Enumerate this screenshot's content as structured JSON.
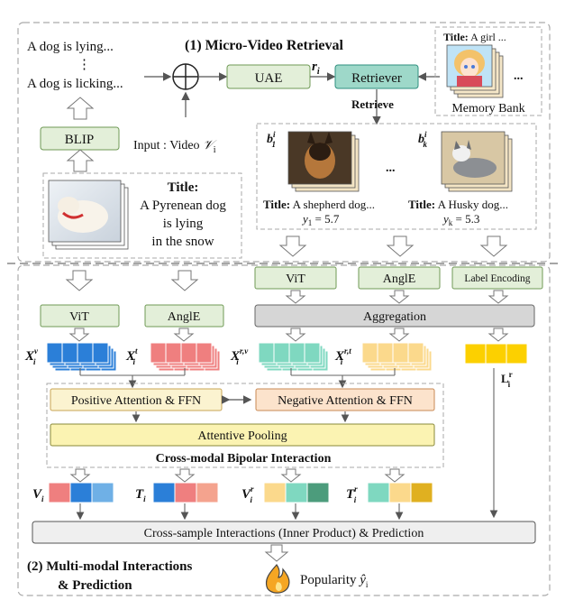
{
  "colors": {
    "green_box": "#e3efd9",
    "green_border": "#6f9a55",
    "teal_box": "#9ed8c9",
    "teal_border": "#2f8f7f",
    "peach_box": "#fce3cc",
    "peach_border": "#c98a55",
    "yellow_box": "#fbf3b2",
    "yellow_border": "#8a8a3a",
    "gray_box": "#d6d6d6",
    "blue_cell": "#2b7fd8",
    "blue_light": "#6fb0e6",
    "red_cell": "#ef7f7f",
    "red_light": "#f4a38e",
    "mint_cell": "#7fd8c0",
    "mint_dark": "#4c9c7c",
    "sand_cell": "#fbd98c",
    "gold_cell": "#e0b020",
    "label_yellow": "#fcd000"
  },
  "section1": {
    "title": "(1) Micro-Video Retrieval",
    "captions": [
      "A dog is lying...",
      "⋮",
      "A dog is licking..."
    ],
    "uae": "UAE",
    "r_symbol": "r",
    "r_sub": "i",
    "retriever": "Retriever",
    "retrieve": "Retrieve",
    "blip": "BLIP",
    "input_prefix": "Input : Video ",
    "input_symbol": "𝒱",
    "input_sub": "i",
    "memory_title_bold": "Title:",
    "memory_title_text": " A girl ...",
    "memory_dots": "...",
    "memory_label": "Memory Bank",
    "query_title_bold": "Title:",
    "query_title_lines": [
      "A Pyrenean  dog",
      "is lying",
      "in the snow"
    ],
    "retrieved": [
      {
        "b_label": "b",
        "b_sup": "i",
        "b_sub": "1",
        "title_bold": "Title:",
        "title_text": " A shepherd dog...",
        "y_label": "y",
        "y_sub": "1",
        "y_value": " = 5.7"
      },
      {
        "b_label": "b",
        "b_sup": "i",
        "b_sub": "k",
        "title_bold": "Title:",
        "title_text": " A Husky dog...",
        "y_label": "y",
        "y_sub": "k",
        "y_value": " = 5.3"
      }
    ],
    "middle_dots": "..."
  },
  "section2": {
    "vit": "ViT",
    "angle": "AnglE",
    "vit2": "ViT",
    "angle2": "AnglE",
    "label_encoding": "Label Encoding",
    "aggregation": "Aggregation",
    "features": [
      {
        "main": "X",
        "sup": "v",
        "sub": "i"
      },
      {
        "main": "X",
        "sup": "t",
        "sub": "i"
      },
      {
        "main": "X",
        "sup": "r,v",
        "sub": "i"
      },
      {
        "main": "X",
        "sup": "r,t",
        "sub": "i"
      }
    ],
    "label_feature": {
      "main": "L",
      "sup": "r",
      "sub": "i"
    },
    "positive": "Positive Attention & FFN",
    "negative": "Negative Attention & FFN",
    "pooling": "Attentive Pooling",
    "bipolar": "Cross-modal Bipolar Interaction",
    "outputs": [
      {
        "main": "V",
        "sup": "",
        "sub": "i"
      },
      {
        "main": "T",
        "sup": "",
        "sub": "i"
      },
      {
        "main": "V",
        "sup": "r",
        "sub": "i"
      },
      {
        "main": "T",
        "sup": "r",
        "sub": "i"
      }
    ],
    "cross_sample": "Cross-sample Interactions (Inner Product) & Prediction",
    "title_line1": "(2) Multi-modal Interactions",
    "title_line2": "& Prediction",
    "popularity": "Popularity ",
    "y_hat": "ŷ",
    "y_hat_sub": "i"
  }
}
